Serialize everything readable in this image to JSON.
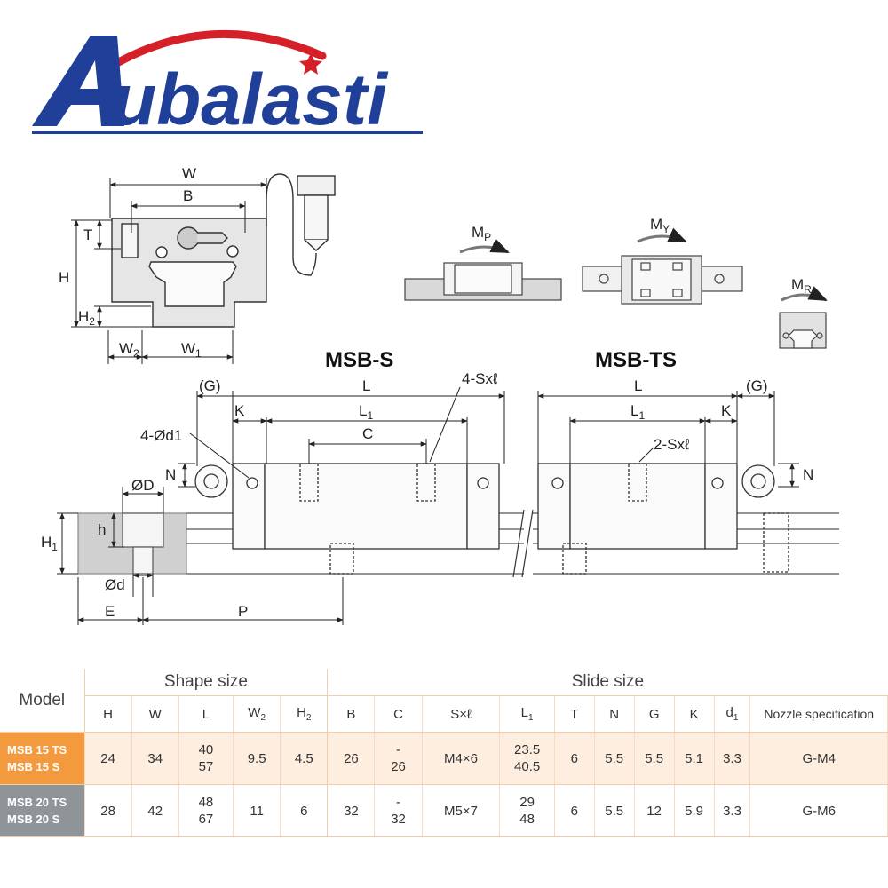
{
  "brand": {
    "name": "Aubalasti",
    "wordmark": "ubalasti",
    "blue": "#1f3f99",
    "red": "#d42026"
  },
  "diagram": {
    "labels": {
      "W": "W",
      "B": "B",
      "T": "T",
      "H": "H",
      "H2_main": "H",
      "H2_sub": "2",
      "W2_main": "W",
      "W2_sub": "2",
      "W1_main": "W",
      "W1_sub": "1",
      "MP_main": "M",
      "MP_sub": "P",
      "MY_main": "M",
      "MY_sub": "Y",
      "MR_main": "M",
      "MR_sub": "R",
      "msb_s": "MSB-S",
      "msb_ts": "MSB-TS",
      "G_left": "(G)",
      "L_left": "L",
      "K_left": "K",
      "L1_left_main": "L",
      "L1_left_sub": "1",
      "C": "C",
      "four_sxl": "4-Sxℓ",
      "four_d1": "4-Ød1",
      "N_left": "N",
      "phiD": "ØD",
      "h": "h",
      "H1_main": "H",
      "H1_sub": "1",
      "phid": "Ød",
      "E": "E",
      "P": "P",
      "L_right": "L",
      "G_right": "(G)",
      "L1_right_main": "L",
      "L1_right_sub": "1",
      "K_right": "K",
      "two_sxl": "2-Sxℓ",
      "N_right": "N"
    }
  },
  "table": {
    "group_headers": {
      "model": "Model",
      "shape": "Shape size",
      "slide": "Slide size"
    },
    "columns": [
      "H",
      "W",
      "L",
      "W2",
      "H2",
      "B",
      "C",
      "S×ℓ",
      "L1",
      "T",
      "N",
      "G",
      "K",
      "d1",
      "Nozzle specification"
    ],
    "rows": [
      {
        "model_a": "MSB 15 TS",
        "model_b": "MSB 15 S",
        "H": "24",
        "W": "34",
        "L_a": "40",
        "L_b": "57",
        "W2": "9.5",
        "H2": "4.5",
        "B": "26",
        "C_a": "-",
        "C_b": "26",
        "Sxl": "M4×6",
        "L1_a": "23.5",
        "L1_b": "40.5",
        "T": "6",
        "N": "5.5",
        "G": "5.5",
        "K": "5.1",
        "d1": "3.3",
        "nozzle": "G-M4"
      },
      {
        "model_a": "MSB 20 TS",
        "model_b": "MSB 20 S",
        "H": "28",
        "W": "42",
        "L_a": "48",
        "L_b": "67",
        "W2": "11",
        "H2": "6",
        "B": "32",
        "C_a": "-",
        "C_b": "32",
        "Sxl": "M5×7",
        "L1_a": "29",
        "L1_b": "48",
        "T": "6",
        "N": "5.5",
        "G": "12",
        "K": "5.9",
        "d1": "3.3",
        "nozzle": "G-M6"
      }
    ],
    "colors": {
      "row1_model": "#f39a3e",
      "row2_model": "#8f9498",
      "row1_bg": "#fdeee0",
      "border": "#f1cda9"
    }
  }
}
